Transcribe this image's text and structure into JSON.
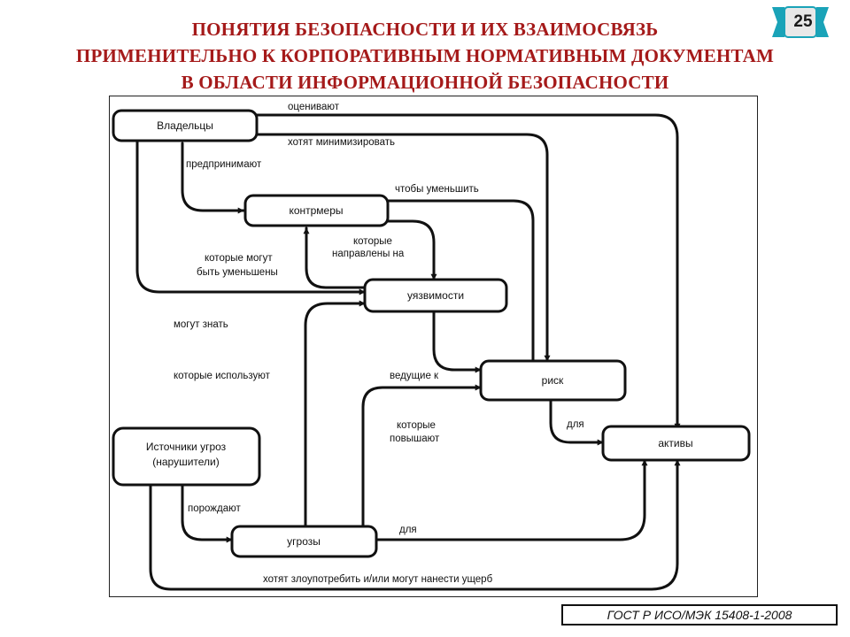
{
  "title": {
    "line1": "ПОНЯТИЯ БЕЗОПАСНОСТИ И ИХ ВЗАИМОСВЯЗЬ",
    "line2": "ПРИМЕНИТЕЛЬНО К КОРПОРАТИВНЫМ НОРМАТИВНЫМ ДОКУМЕНТАМ",
    "line3": "В ОБЛАСТИ ИНФОРМАЦИОННОЙ БЕЗОПАСНОСТИ"
  },
  "slide_number": "25",
  "nodes": {
    "owners": "Владельцы",
    "countermeasures": "контрмеры",
    "vulnerabilities": "уязвимости",
    "risk": "риск",
    "assets": "активы",
    "threat_sources_1": "Источники угроз",
    "threat_sources_2": "(нарушители)",
    "threats": "угрозы"
  },
  "edges": {
    "value": "оценивают",
    "minimize": "хотят минимизировать",
    "impose": "предпринимают",
    "reduce": "чтобы уменьшить",
    "directed_1": "которые",
    "directed_2": "направлены на",
    "reduced_1": "которые могут",
    "reduced_2": "быть уменьшены",
    "aware": "могут знать",
    "exploit": "которые используют",
    "leading_to": "ведущие к",
    "increase_1": "которые",
    "increase_2": "повышают",
    "to_risk": "для",
    "give_rise": "порождают",
    "to_threats": "для",
    "abuse": "хотят злоупотребить и/или могут нанести ущерб"
  },
  "source": "ГОСТ Р ИСО/МЭК 15408-1-2008",
  "colors": {
    "title": "#a51a1a",
    "badge": "#1aa3b8",
    "ink": "#111111"
  }
}
